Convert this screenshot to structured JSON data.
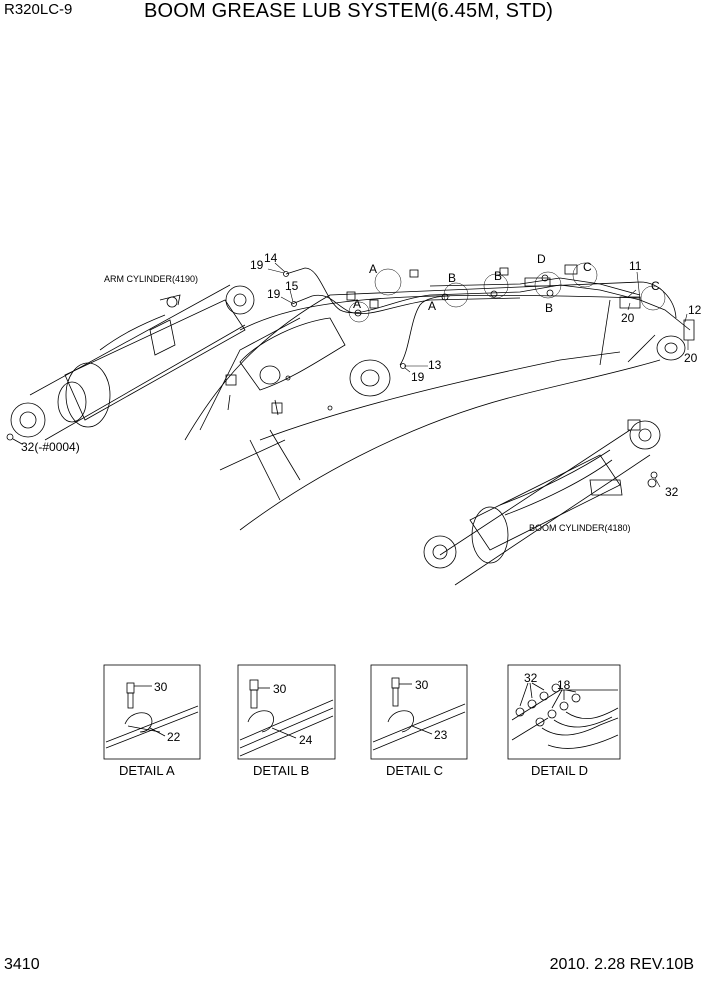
{
  "header": {
    "model": "R320LC-9",
    "title": "BOOM GREASE LUB SYSTEM(6.45M, STD)"
  },
  "footer": {
    "page_number": "3410",
    "revision": "2010. 2.28  REV.10B"
  },
  "captions": {
    "arm_cylinder": "ARM CYLINDER(4190)",
    "boom_cylinder": "BOOM CYLINDER(4180)"
  },
  "callouts": {
    "c14": "14",
    "c19a": "19",
    "c15": "15",
    "c19b": "19",
    "c13": "13",
    "c19c": "19",
    "c11": "11",
    "c12": "12",
    "c20a": "20",
    "c20b": "20",
    "c32_arm": "32(-#0004)",
    "c32_boom": "32"
  },
  "letters": {
    "A1": "A",
    "A2": "A",
    "A3": "A",
    "B1": "B",
    "B2": "B",
    "B3": "B",
    "C1": "C",
    "C2": "C",
    "D1": "D"
  },
  "details": [
    {
      "caption": "DETAIL  A",
      "bolt": "30",
      "clamp": "22"
    },
    {
      "caption": "DETAIL  B",
      "bolt": "30",
      "clamp": "24"
    },
    {
      "caption": "DETAIL  C",
      "bolt": "30",
      "clamp": "23"
    },
    {
      "caption": "DETAIL  D",
      "left_label": "32",
      "right_label": "18"
    }
  ]
}
